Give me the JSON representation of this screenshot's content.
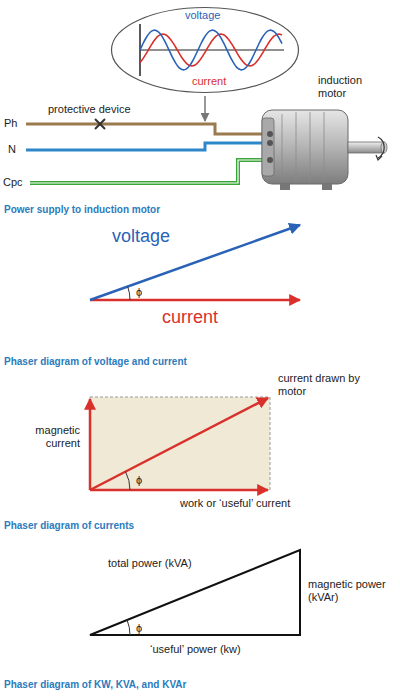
{
  "diagram": {
    "nodes": [
      {
        "text": [
          "voltage",
          "current"
        ]
      }
    ],
    "labels": [
      "protective device",
      "induction motor",
      "Ph",
      "N",
      "Cpc",
      "Power supply to induction motor",
      "voltage",
      "ϕ",
      "current",
      "Phaser diagram of voltage and current",
      "current drawn by motor",
      "magnetic current",
      "ϕ",
      "work or ‘useful’ current",
      "Phaser diagram of currents",
      "total power (kVA)",
      "magnetic power (kVAr)",
      "ϕ",
      "‘useful’ power (kw)",
      "Phaser diagram of KW, KVA, and KVAr"
    ]
  }
}
